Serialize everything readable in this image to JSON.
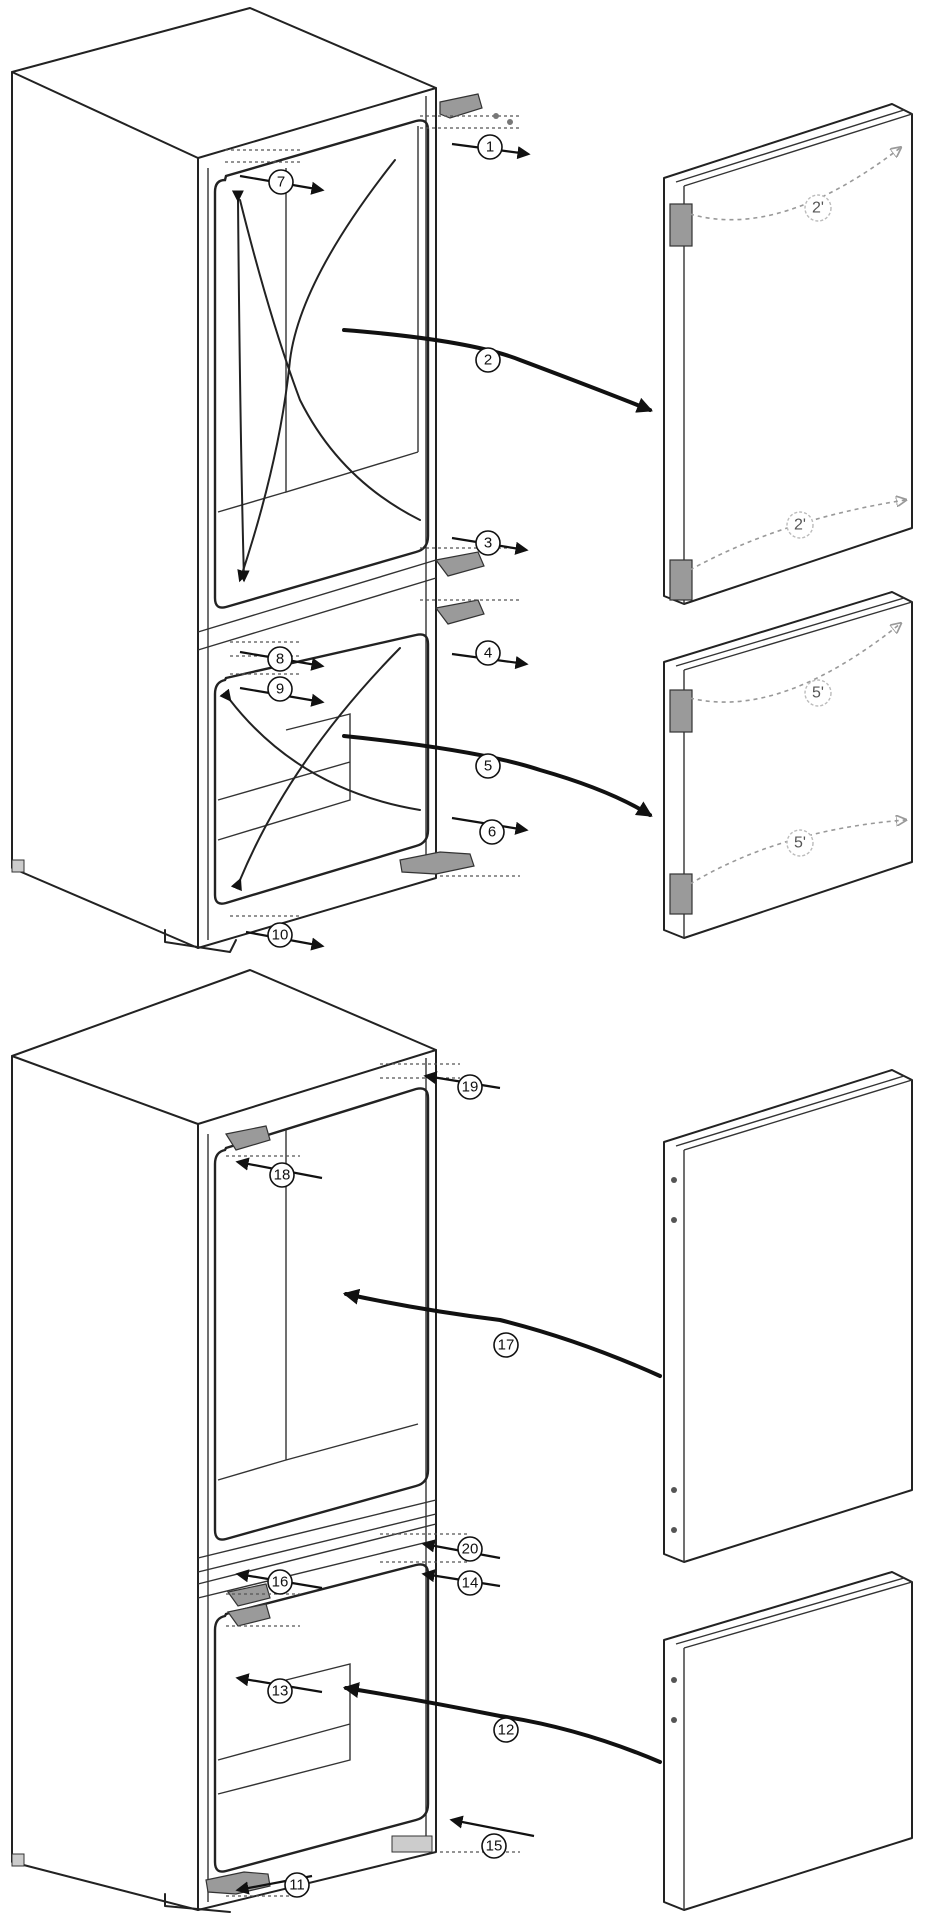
{
  "labels": {
    "l1": "1",
    "l2": "2",
    "l3": "3",
    "l4": "4",
    "l5": "5",
    "l6": "6",
    "l7": "7",
    "l8": "8",
    "l9": "9",
    "l10": "10",
    "l11": "11",
    "l12": "12",
    "l13": "13",
    "l14": "14",
    "l15": "15",
    "l16": "16",
    "l17": "17",
    "l18": "18",
    "l19": "19",
    "l20": "20",
    "l2p_top": "2'",
    "l2p_bot": "2'",
    "l5p_top": "5'",
    "l5p_bot": "5'"
  }
}
